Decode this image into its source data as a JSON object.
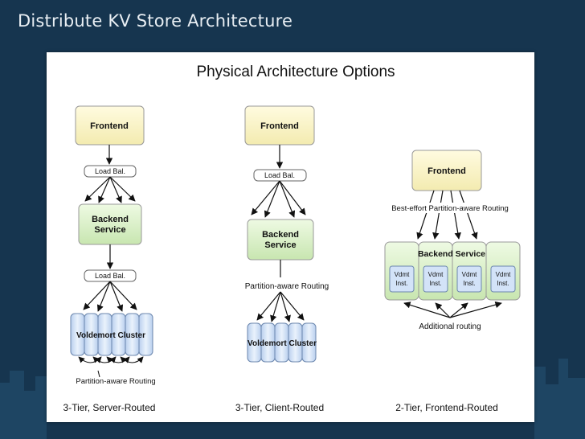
{
  "slide": {
    "title": "Distribute KV Store Architecture"
  },
  "diagram": {
    "heading": "Physical Architecture Options",
    "columns": [
      {
        "frontend": "Frontend",
        "load_balancer_1": "Load Bal.",
        "backend": [
          "Backend",
          "Service"
        ],
        "load_balancer_2": "Load Bal.",
        "cluster": "Voldemort Cluster",
        "routing_note": "Partition-aware Routing",
        "caption": "3-Tier, Server-Routed"
      },
      {
        "frontend": "Frontend",
        "load_balancer": "Load Bal.",
        "backend": [
          "Backend",
          "Service"
        ],
        "routing_note": "Partition-aware Routing",
        "cluster": "Voldemort Cluster",
        "caption": "3-Tier, Client-Routed"
      },
      {
        "frontend": "Frontend",
        "routing_note": "Best-effort Partition-aware Routing",
        "backend": "Backend Service",
        "instances": [
          [
            "Vdmt",
            "Inst."
          ],
          [
            "Vdmt",
            "Inst."
          ],
          [
            "Vdmt",
            "Inst."
          ],
          [
            "Vdmt",
            "Inst."
          ]
        ],
        "additional_note": "Additional routing",
        "caption": "2-Tier, Frontend-Routed"
      }
    ]
  },
  "colors": {
    "background": "#16354f",
    "frontend_fill": "#fbf5c2",
    "backend_fill": "#d9f0c6",
    "storage_fill": "#cfdff5"
  }
}
